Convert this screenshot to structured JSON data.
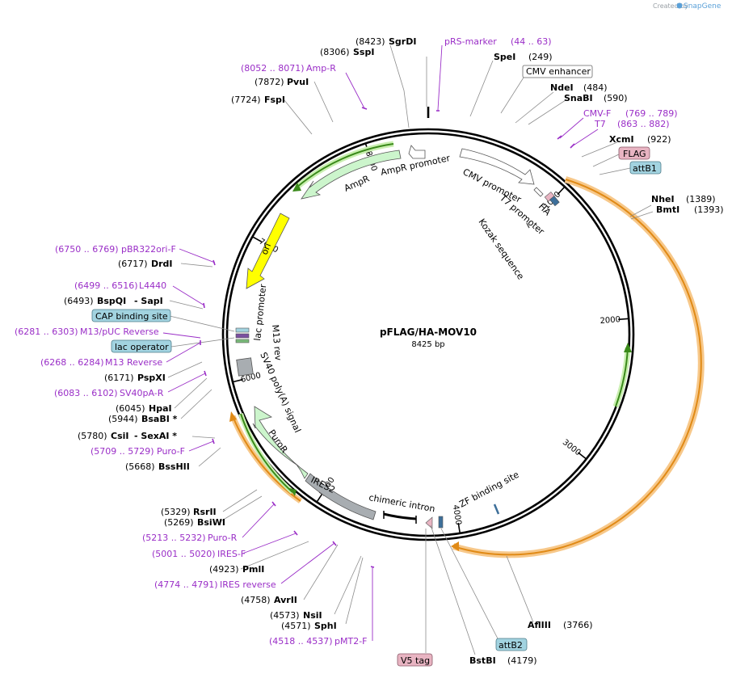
{
  "header": {
    "created_by": "Created by",
    "brand": "SnapGene"
  },
  "plasmid": {
    "name": "pFLAG/HA-MOV10",
    "length_label": "8425 bp",
    "length": 8425
  },
  "colors": {
    "primer": "#9a2ec7",
    "ampR": "#ccf5cc",
    "ori": "#ffff00",
    "orf": "#f3a425",
    "ires": "#a8adb1",
    "promoter": "#ffffff",
    "flag_box": "#e8b4c2",
    "attb_box": "#a2d3e0"
  },
  "ticks": [
    {
      "label": "1000",
      "bp": 1000
    },
    {
      "label": "2000",
      "bp": 2000
    },
    {
      "label": "3000",
      "bp": 3000
    },
    {
      "label": "4000",
      "bp": 4000
    },
    {
      "label": "5000",
      "bp": 5000
    },
    {
      "label": "6000",
      "bp": 6000
    },
    {
      "label": "7000",
      "bp": 7000
    },
    {
      "label": "8000",
      "bp": 8000
    }
  ],
  "features": [
    {
      "label": "CMV promoter",
      "kind": "promoter"
    },
    {
      "label": "T7 promoter",
      "kind": "promoter"
    },
    {
      "label": "HA",
      "kind": "tag"
    },
    {
      "label": "Kozak sequence",
      "kind": "misc"
    },
    {
      "label": "AmpR promoter",
      "kind": "promoter"
    },
    {
      "label": "AmpR",
      "kind": "cds"
    },
    {
      "label": "ori",
      "kind": "rep_origin"
    },
    {
      "label": "lac promoter",
      "kind": "promoter"
    },
    {
      "label": "M13 rev",
      "kind": "primer"
    },
    {
      "label": "SV40 poly(A) signal",
      "kind": "terminator"
    },
    {
      "label": "PuroR",
      "kind": "cds"
    },
    {
      "label": "IRES2",
      "kind": "misc"
    },
    {
      "label": "chimeric intron",
      "kind": "intron"
    },
    {
      "label": "ZF binding site",
      "kind": "misc"
    }
  ],
  "labels": [
    {
      "id": "sgrdi",
      "pos": "(8423)",
      "name": "SgrDI",
      "style": "enzyme"
    },
    {
      "id": "prs",
      "pos": "(44 .. 63)",
      "name": "pRS-marker",
      "style": "primer"
    },
    {
      "id": "sspi",
      "pos": "(8306)",
      "name": "SspI",
      "style": "enzyme"
    },
    {
      "id": "spei",
      "pos": "(249)",
      "name": "SpeI",
      "style": "enzyme"
    },
    {
      "id": "ampr_p",
      "pos": "(8052 .. 8071)",
      "name": "Amp-R",
      "style": "primer"
    },
    {
      "id": "cmv_enh",
      "name": "CMV enhancer",
      "style": "box-white"
    },
    {
      "id": "pvui",
      "pos": "(7872)",
      "name": "PvuI",
      "style": "enzyme"
    },
    {
      "id": "ndei",
      "pos": "(484)",
      "name": "NdeI",
      "style": "enzyme"
    },
    {
      "id": "snabi",
      "pos": "(590)",
      "name": "SnaBI",
      "style": "enzyme"
    },
    {
      "id": "fspi",
      "pos": "(7724)",
      "name": "FspI",
      "style": "enzyme"
    },
    {
      "id": "cmvf",
      "pos": "(769 .. 789)",
      "name": "CMV-F",
      "style": "primer"
    },
    {
      "id": "t7",
      "pos": "(863 .. 882)",
      "name": "T7",
      "style": "primer"
    },
    {
      "id": "xcmi",
      "pos": "(922)",
      "name": "XcmI",
      "style": "enzyme"
    },
    {
      "id": "flag",
      "name": "FLAG",
      "style": "box-pink"
    },
    {
      "id": "attb1",
      "name": "attB1",
      "style": "box-blue"
    },
    {
      "id": "nhei",
      "pos": "(1389)",
      "name": "NheI",
      "style": "enzyme"
    },
    {
      "id": "bmti",
      "pos": "(1393)",
      "name": "BmtI",
      "style": "enzyme"
    },
    {
      "id": "pbr",
      "pos": "(6750 .. 6769)",
      "name": "pBR322ori-F",
      "style": "primer"
    },
    {
      "id": "drdi",
      "pos": "(6717)",
      "name": "DrdI",
      "style": "enzyme"
    },
    {
      "id": "l4440",
      "pos": "(6499 .. 6516)",
      "name": "L4440",
      "style": "primer"
    },
    {
      "id": "bspqi",
      "pos": "(6493)",
      "name": "BspQI",
      "extra": "- SapI",
      "style": "enzyme"
    },
    {
      "id": "cap",
      "name": "CAP binding site",
      "style": "box-blue"
    },
    {
      "id": "m13puc",
      "pos": "(6281 .. 6303)",
      "name": "M13/pUC Reverse",
      "style": "primer"
    },
    {
      "id": "lacop",
      "name": "lac operator",
      "style": "box-blue"
    },
    {
      "id": "m13r",
      "pos": "(6268 .. 6284)",
      "name": "M13 Reverse",
      "style": "primer"
    },
    {
      "id": "pspxi",
      "pos": "(6171)",
      "name": "PspXI",
      "style": "enzyme"
    },
    {
      "id": "sv40par",
      "pos": "(6083 .. 6102)",
      "name": "SV40pA-R",
      "style": "primer"
    },
    {
      "id": "hpai",
      "pos": "(6045)",
      "name": "HpaI",
      "style": "enzyme"
    },
    {
      "id": "bsabi",
      "pos": "(5944)",
      "name": "BsaBI *",
      "style": "enzyme"
    },
    {
      "id": "csii",
      "pos": "(5780)",
      "name": "CsiI",
      "extra": "- SexAI *",
      "style": "enzyme"
    },
    {
      "id": "purof",
      "pos": "(5709 .. 5729)",
      "name": "Puro-F",
      "style": "primer"
    },
    {
      "id": "bsshii",
      "pos": "(5668)",
      "name": "BssHII",
      "style": "enzyme"
    },
    {
      "id": "rsrii",
      "pos": "(5329)",
      "name": "RsrII",
      "style": "enzyme"
    },
    {
      "id": "bsiwi",
      "pos": "(5269)",
      "name": "BsiWI",
      "style": "enzyme"
    },
    {
      "id": "puror",
      "pos": "(5213 .. 5232)",
      "name": "Puro-R",
      "style": "primer"
    },
    {
      "id": "iresf",
      "pos": "(5001 .. 5020)",
      "name": "IRES-F",
      "style": "primer"
    },
    {
      "id": "pmli",
      "pos": "(4923)",
      "name": "PmlI",
      "style": "enzyme"
    },
    {
      "id": "iresrev",
      "pos": "(4774 .. 4791)",
      "name": "IRES reverse",
      "style": "primer"
    },
    {
      "id": "avrii",
      "pos": "(4758)",
      "name": "AvrII",
      "style": "enzyme"
    },
    {
      "id": "nsii",
      "pos": "(4573)",
      "name": "NsiI",
      "style": "enzyme"
    },
    {
      "id": "sphi",
      "pos": "(4571)",
      "name": "SphI",
      "style": "enzyme"
    },
    {
      "id": "pmt2f",
      "pos": "(4518 .. 4537)",
      "name": "pMT2-F",
      "style": "primer"
    },
    {
      "id": "v5",
      "name": "V5 tag",
      "style": "box-pink"
    },
    {
      "id": "bstbi",
      "pos": "(4179)",
      "name": "BstBI",
      "style": "enzyme"
    },
    {
      "id": "attb2",
      "name": "attB2",
      "style": "box-blue"
    },
    {
      "id": "aflii",
      "pos": "(3766)",
      "name": "AflIII",
      "style": "enzyme"
    }
  ]
}
